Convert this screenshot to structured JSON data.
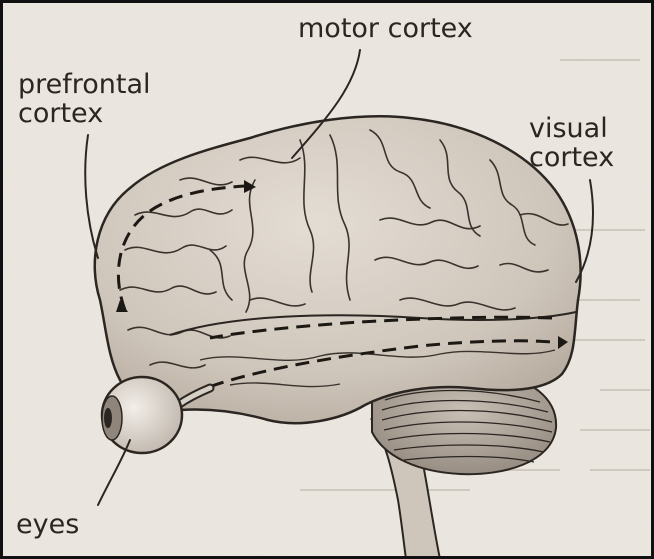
{
  "labels": {
    "motor_cortex": "motor cortex",
    "prefrontal_cortex": [
      "prefrontal",
      "cortex"
    ],
    "visual_cortex": [
      "visual",
      "cortex"
    ],
    "eyes": "eyes"
  },
  "colors": {
    "page_bg": "#ece8e1",
    "brain_fill": "#d6cfc6",
    "ink": "#2b2622",
    "frame_border": "#111111"
  }
}
